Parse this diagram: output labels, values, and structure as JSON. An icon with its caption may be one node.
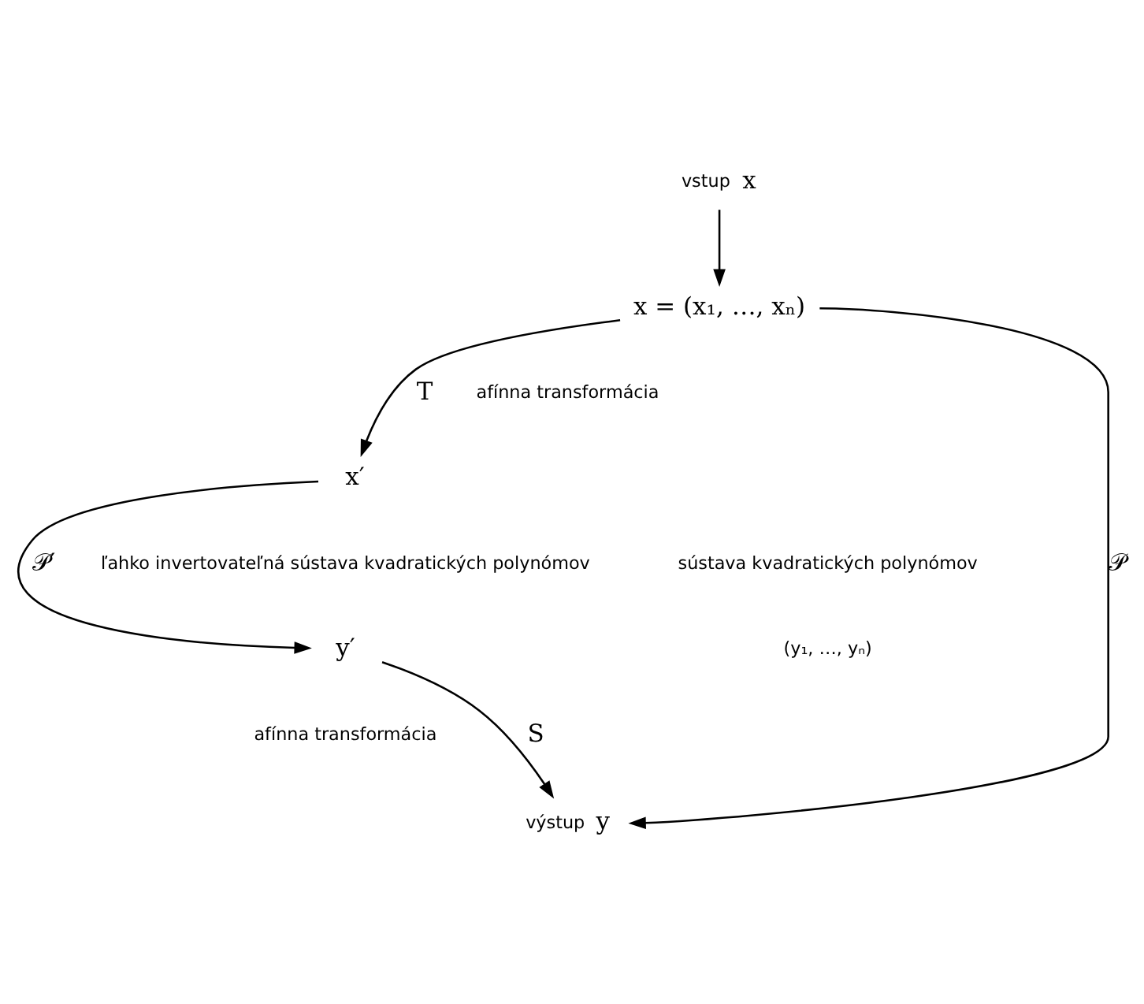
{
  "diagram": {
    "nodes": [
      {
        "text": [
          "x"
        ],
        "beside": [
          "vstup"
        ]
      },
      {
        "text": [
          "x = (x₁, …, xₙ)"
        ]
      },
      {
        "text": [
          "x′"
        ]
      },
      {
        "text": [
          "y′"
        ]
      },
      {
        "text": [
          "y"
        ],
        "beside": [
          "výstup"
        ]
      }
    ],
    "edges": [
      {
        "from": 0,
        "to": 1,
        "arrow": "to"
      },
      {
        "from": 1,
        "to": 2,
        "arrow": "to",
        "label": "T"
      },
      {
        "from": 2,
        "to": 3,
        "arrow": "to",
        "label": "𝒫′"
      },
      {
        "from": 3,
        "to": 4,
        "arrow": "to",
        "label": "S"
      },
      {
        "from": 1,
        "to": 4,
        "arrow": "to",
        "label": "𝒫"
      }
    ],
    "labels": [
      "afínna transformácia",
      "ľahko invertovateľná sústava kvadratických polynómov",
      "afínna transformácia",
      "sústava kvadratických polynómov",
      "(y₁, …, yₙ)"
    ]
  }
}
